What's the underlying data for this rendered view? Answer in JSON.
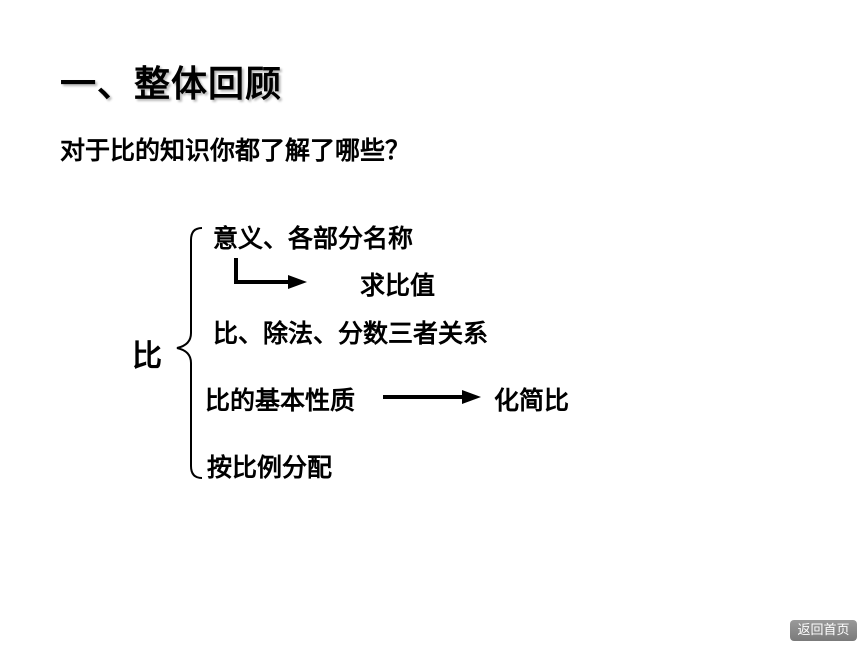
{
  "heading": "一、整体回顾",
  "question": "对于比的知识你都了解了哪些？",
  "diagram": {
    "root": "比",
    "items": {
      "meaning": "意义、各部分名称",
      "ratio_value": "求比值",
      "relation": "比、除法、分数三者关系",
      "property": "比的基本性质",
      "simplify": "化简比",
      "distribution": "按比例分配"
    }
  },
  "nav": {
    "home_label": "返回首页"
  }
}
